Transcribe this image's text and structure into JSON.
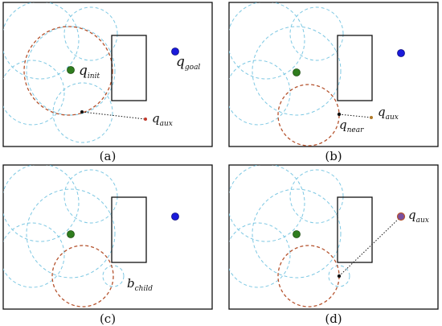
{
  "panels": [
    {
      "caption": "(a)",
      "labels": [
        {
          "name": "q-init-label",
          "main": "q",
          "sub": "init"
        },
        {
          "name": "q-goal-label",
          "main": "q",
          "sub": "goal"
        },
        {
          "name": "q-aux-label",
          "main": "q",
          "sub": "aux"
        }
      ]
    },
    {
      "caption": "(b)",
      "labels": [
        {
          "name": "q-near-label",
          "main": "q",
          "sub": "near"
        },
        {
          "name": "q-aux-label",
          "main": "q",
          "sub": "aux"
        }
      ]
    },
    {
      "caption": "(c)",
      "labels": [
        {
          "name": "b-child-label",
          "main": "b",
          "sub": "child"
        }
      ]
    },
    {
      "caption": "(d)",
      "labels": [
        {
          "name": "q-aux-label",
          "main": "q",
          "sub": "aux"
        }
      ]
    }
  ],
  "colors": {
    "bubble": "#7ec8e3",
    "active_bubble": "#b5532e",
    "init_node": "#2f7d1e",
    "goal_node": "#1a1adb",
    "aux_node_a": "#c0392b",
    "aux_node_b": "#b07a2a",
    "aux_node_d": "#7a4fa0",
    "line": "#111111"
  }
}
